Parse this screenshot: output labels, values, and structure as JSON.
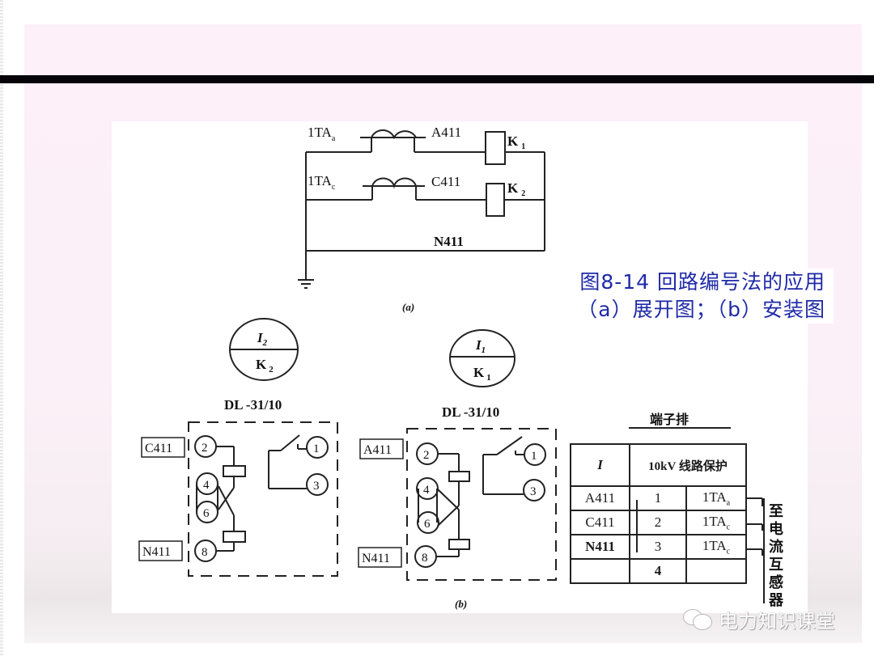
{
  "slide": {
    "title_bar_color": "#050308",
    "caption_color": "#1f2aa8"
  },
  "figure": {
    "caption_line1": "图8-14  回路编号法的应用",
    "caption_line2": "（a）展开图；（b）安装图"
  },
  "diagram_a": {
    "label": "(a)",
    "ct_top": "1TA",
    "ct_top_sub": "a",
    "ct_bottom": "1TA",
    "ct_bottom_sub": "c",
    "wire_top": "A411",
    "wire_middle": "C411",
    "wire_neutral": "N411",
    "relay_top": "K",
    "relay_top_sub": "1",
    "relay_bottom": "K",
    "relay_bottom_sub": "2"
  },
  "diagram_b": {
    "label": "(b)",
    "relay_left": {
      "circle_top": "I",
      "circle_top_sub": "2",
      "circle_bottom": "K",
      "circle_bottom_sub": "2",
      "model": "DL -31/10",
      "tag_top": "C411",
      "tag_bottom": "N411",
      "pins": [
        "2",
        "4",
        "6",
        "8",
        "1",
        "3"
      ]
    },
    "relay_right": {
      "circle_top": "I",
      "circle_top_sub": "1",
      "circle_bottom": "K",
      "circle_bottom_sub": "1",
      "model": "DL -31/10",
      "tag_top": "A411",
      "tag_bottom": "N411",
      "pins": [
        "2",
        "4",
        "6",
        "8",
        "1",
        "3"
      ]
    },
    "terminal_block": {
      "title": "端子排",
      "header_left": "I",
      "header_right": "10kV 线路保护",
      "rows": [
        {
          "wire": "A411",
          "num": "1",
          "dest": "1TA",
          "dest_sub": "a"
        },
        {
          "wire": "C411",
          "num": "2",
          "dest": "1TA",
          "dest_sub": "c"
        },
        {
          "wire": "N411",
          "num": "3",
          "dest": "1TA",
          "dest_sub": "c"
        },
        {
          "wire": "",
          "num": "4",
          "dest": "",
          "dest_sub": ""
        }
      ],
      "side_note": [
        "至",
        "电",
        "流",
        "互",
        "感",
        "器"
      ]
    }
  },
  "watermark": {
    "icon": "wechat-icon",
    "text": "电力知识课堂"
  }
}
